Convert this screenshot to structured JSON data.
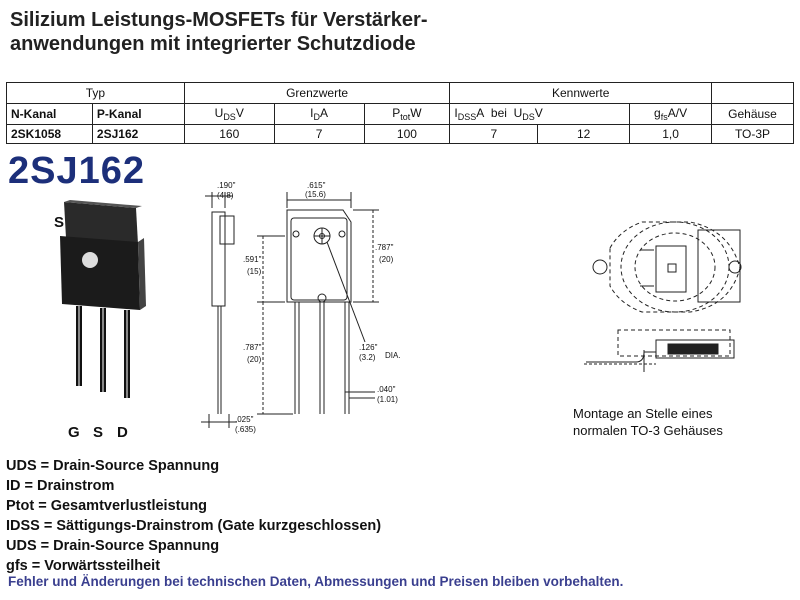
{
  "title": {
    "line1": "Silizium Leistungs-MOSFETs für Verstärker-",
    "line2": "anwendungen mit integrierter Schutzdiode"
  },
  "table": {
    "group_typ": "Typ",
    "group_grenz": "Grenzwerte",
    "group_kenn": "Kennwerte",
    "col_nkanal": "N-Kanal",
    "col_pkanal": "P-Kanal",
    "col_uds_main": "U",
    "col_uds_sub": "DS",
    "col_uds_unit": "V",
    "col_id_main": "I",
    "col_id_sub": "D",
    "col_id_unit": "A",
    "col_ptot_main": "P",
    "col_ptot_sub": "tot",
    "col_ptot_unit": "W",
    "col_idss_main": "I",
    "col_idss_sub": "DSS",
    "col_idss_unit": "A",
    "col_bei": "bei",
    "col_uds2_main": "U",
    "col_uds2_sub": "DS",
    "col_uds2_unit": "V",
    "col_gfs_main": "g",
    "col_gfs_sub": "fs",
    "col_gfs_unit": "A/V",
    "col_gehaeuse": "Gehäuse",
    "row": {
      "nkanal": "2SK1058",
      "pkanal": "2SJ162",
      "uds": "160",
      "id": "7",
      "ptot": "100",
      "idss": "7",
      "uds2": "12",
      "gfs": "1,0",
      "gehaeuse": "TO-3P"
    }
  },
  "part_number": "2SJ162",
  "package": {
    "pin_s_top": "S",
    "pin_g": "G",
    "pin_s": "S",
    "pin_d": "D"
  },
  "dimensions": {
    "d190": ".190\"",
    "d190mm": "(4.8)",
    "d615": ".615\"",
    "d615mm": "(15.6)",
    "d591": ".591\"",
    "d591mm": "(15)",
    "d787a": ".787\"",
    "d787amm": "(20)",
    "d787b": ".787\"",
    "d787bmm": "(20)",
    "d126": ".126\"",
    "d126mm": "(3.2)",
    "d126dia": "DIA.",
    "d040": ".040\"",
    "d040mm": "(1.01)",
    "d025": ".025\"",
    "d025mm": "(.635)"
  },
  "mounting": {
    "line1": "Montage an Stelle eines",
    "line2": "normalen TO-3 Gehäuses"
  },
  "definitions": [
    "UDS = Drain-Source Spannung",
    "ID = Drainstrom",
    "Ptot = Gesamtverlustleistung",
    "IDSS = Sättigungs-Drainstrom (Gate kurzgeschlossen)",
    "UDS = Drain-Source Spannung",
    "gfs = Vorwärtssteilheit"
  ],
  "footer_note": "Fehler und Änderungen bei technischen Daten, Abmessungen und Preisen bleiben vorbehalten.",
  "colors": {
    "part_number": "#1c2f7a",
    "footer_note": "#3a3f8f"
  }
}
